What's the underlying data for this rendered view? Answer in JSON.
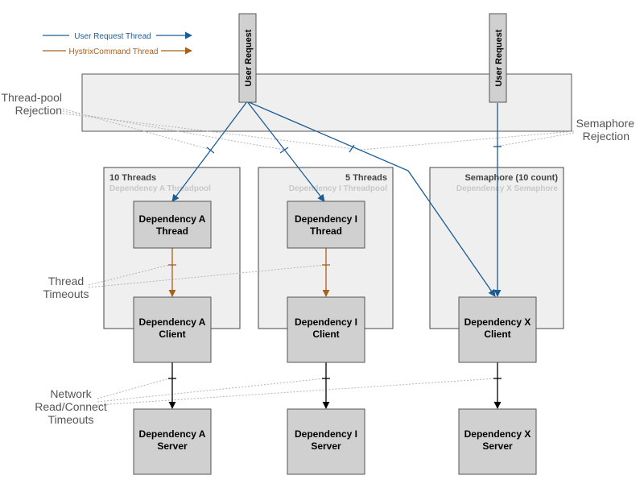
{
  "legend": {
    "user_request_thread": "User Request Thread",
    "hystrix_command_thread": "HystrixCommand Thread"
  },
  "colors": {
    "user_request": "#1a5c96",
    "hystrix_command": "#a9601d",
    "network": "#000000"
  },
  "user_requests": [
    "User Request",
    "User Request"
  ],
  "side_labels": {
    "thread_pool_rejection": [
      "Thread-pool",
      "Rejection"
    ],
    "semaphore_rejection": [
      "Semaphore",
      "Rejection"
    ],
    "thread_timeouts": [
      "Thread",
      "Timeouts"
    ],
    "network_timeouts": [
      "Network",
      "Read/Connect",
      "Timeouts"
    ]
  },
  "pools": {
    "a": {
      "title": "10 Threads",
      "subtitle": "Dependency A Threadpool"
    },
    "i": {
      "title": "5 Threads",
      "subtitle": "Dependency I Threadpool"
    },
    "x": {
      "title": "Semaphore (10 count)",
      "subtitle": "Dependency X Semaphore"
    }
  },
  "boxes": {
    "a_thread": [
      "Dependency A",
      "Thread"
    ],
    "i_thread": [
      "Dependency I",
      "Thread"
    ],
    "a_client": [
      "Dependency A",
      "Client"
    ],
    "i_client": [
      "Dependency I",
      "Client"
    ],
    "x_client": [
      "Dependency X",
      "Client"
    ],
    "a_server": [
      "Dependency A",
      "Server"
    ],
    "i_server": [
      "Dependency I",
      "Server"
    ],
    "x_server": [
      "Dependency X",
      "Server"
    ]
  }
}
